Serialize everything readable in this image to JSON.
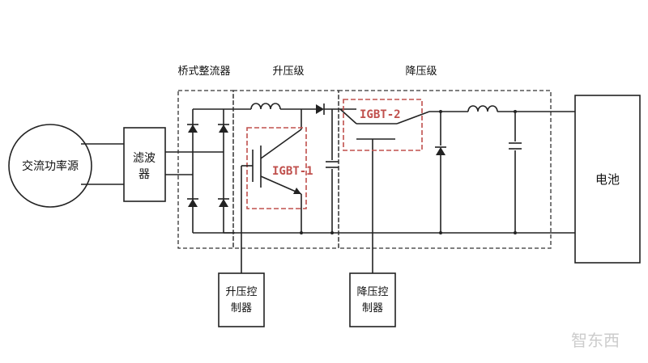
{
  "labels": {
    "ac_source": "交流功率源",
    "filter_line1": "滤波",
    "filter_line2": "器",
    "bridge_rectifier": "桥式整流器",
    "boost_stage": "升压级",
    "buck_stage": "降压级",
    "igbt1": "IGBT-1",
    "igbt2": "IGBT-2",
    "battery": "电池",
    "boost_ctrl_line1": "升压控",
    "boost_ctrl_line2": "制器",
    "buck_ctrl_line1": "降压控",
    "buck_ctrl_line2": "制器",
    "watermark": "智东西"
  },
  "colors": {
    "wire": "#222222",
    "igbt_highlight": "#c0504d",
    "igbt_text": "#c0504d"
  }
}
